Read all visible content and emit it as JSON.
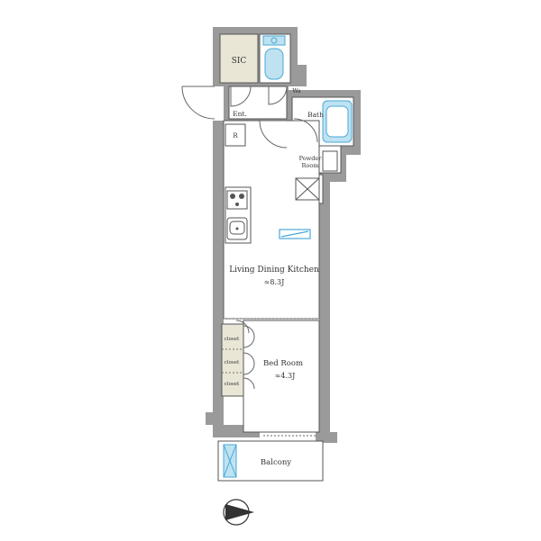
{
  "colors": {
    "wall": "#9a9a9a",
    "floor": "#ffffff",
    "sic_floor": "#e9e6d6",
    "closet_floor": "#e9e6d6",
    "fixture_blue": "#bfe2f0",
    "accent_blue": "#4aa8d8",
    "line": "#555555"
  },
  "rooms": {
    "sic": "SIC",
    "ent": "Ent.",
    "refrigerator": "R",
    "bath": "Bath",
    "powder_line1": "Powder",
    "powder_line2": "Room",
    "washing": "Wa",
    "ldk_name": "Living Dining Kitchen",
    "ldk_area": "≈8.3J",
    "bed_name": "Bed Room",
    "bed_area": "≈4.3J",
    "closet_1": "closet",
    "closet_2": "closet",
    "closet_3": "closet",
    "balcony": "Balcony"
  },
  "icons": [
    "toilet-icon",
    "stove-icon",
    "sink-icon",
    "bathtub-icon",
    "washbasin-icon",
    "north-compass-icon",
    "aircon-icon"
  ]
}
